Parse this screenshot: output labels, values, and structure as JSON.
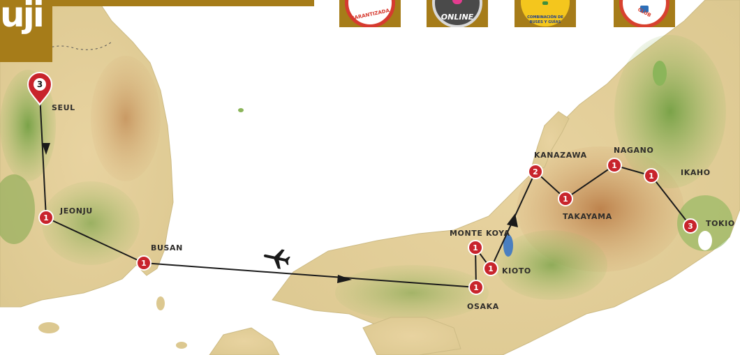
{
  "brand": {
    "logo_text": "uji"
  },
  "colors": {
    "accent_gold": "#a67c19",
    "route_line": "#1a1a1a",
    "stop_marker": "#c8242c",
    "land_light": "#e7d6a4",
    "land_green": "#8bb55a",
    "mountain": "#c9955c",
    "sea": "#ffffff"
  },
  "badges": [
    {
      "id": "garantizada",
      "text": "GARANTIZADA",
      "color": "#d63a2f",
      "ring": "#ffffff"
    },
    {
      "id": "online",
      "text": "ONLINE",
      "color": "#4a4a4a",
      "ring": "#e43c8f"
    },
    {
      "id": "combinacion",
      "text": "COMBINACIÓN DE\nBUSES Y GUÍAS",
      "color": "#f4c61d",
      "ring": "#f4c61d"
    },
    {
      "id": "club",
      "text": "CLUB",
      "color": "#d8412f",
      "ring": "#ffffff"
    }
  ],
  "map": {
    "cities": [
      {
        "name": "SEUL",
        "nights": "3",
        "marker": "pin"
      },
      {
        "name": "JEONJU",
        "nights": "1",
        "marker": "circle"
      },
      {
        "name": "BUSAN",
        "nights": "1",
        "marker": "circle"
      },
      {
        "name": "OSAKA",
        "nights": "1",
        "marker": "circle"
      },
      {
        "name": "MONTE KOYA",
        "nights": "1",
        "marker": "circle"
      },
      {
        "name": "KIOTO",
        "nights": "1",
        "marker": "circle"
      },
      {
        "name": "KANAZAWA",
        "nights": "2",
        "marker": "circle"
      },
      {
        "name": "TAKAYAMA",
        "nights": "1",
        "marker": "circle"
      },
      {
        "name": "NAGANO",
        "nights": "1",
        "marker": "circle"
      },
      {
        "name": "IKAHO",
        "nights": "1",
        "marker": "circle"
      },
      {
        "name": "TOKIO",
        "nights": "3",
        "marker": "circle"
      }
    ],
    "legend_icons": [
      {
        "id": "flight",
        "icon": "airplane-icon"
      }
    ]
  }
}
